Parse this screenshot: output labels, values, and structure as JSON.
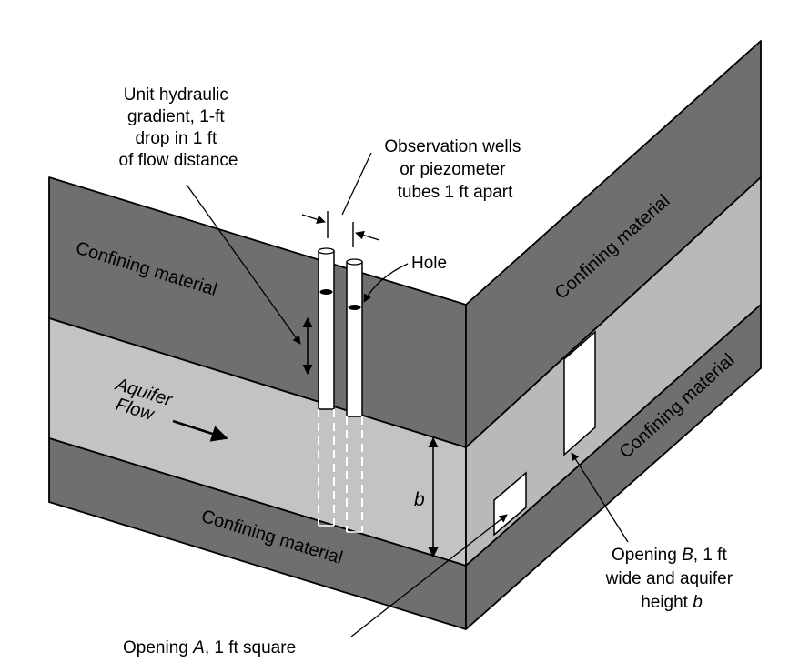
{
  "labels": {
    "gradient": [
      "Unit hydraulic",
      "gradient, 1-ft",
      "drop in 1 ft",
      "of flow distance"
    ],
    "wells": [
      "Observation wells",
      "or piezometer",
      "tubes 1 ft apart"
    ],
    "hole": "Hole",
    "confining_front_top": "Confining material",
    "confining_front_bottom": "Confining material",
    "confining_side_top": "Confining material",
    "confining_side_bottom": "Confining material",
    "aquifer": "Aquifer",
    "flow": "Flow",
    "b": "b",
    "opening_b": {
      "line1_pre": "Opening ",
      "line1_var": "B",
      "line1_post": ", 1 ft",
      "line2": "wide and aquifer",
      "line3_pre": "height ",
      "line3_var": "b"
    },
    "opening_a": {
      "pre": "Opening ",
      "var": "A",
      "post": ", 1 ft square"
    }
  },
  "colors": {
    "confining": "#6f6f6f",
    "aquifer": "#c3c3c3",
    "aquifer_side": "#b9b9b9",
    "outline": "#000000",
    "tube": "#ffffff"
  }
}
